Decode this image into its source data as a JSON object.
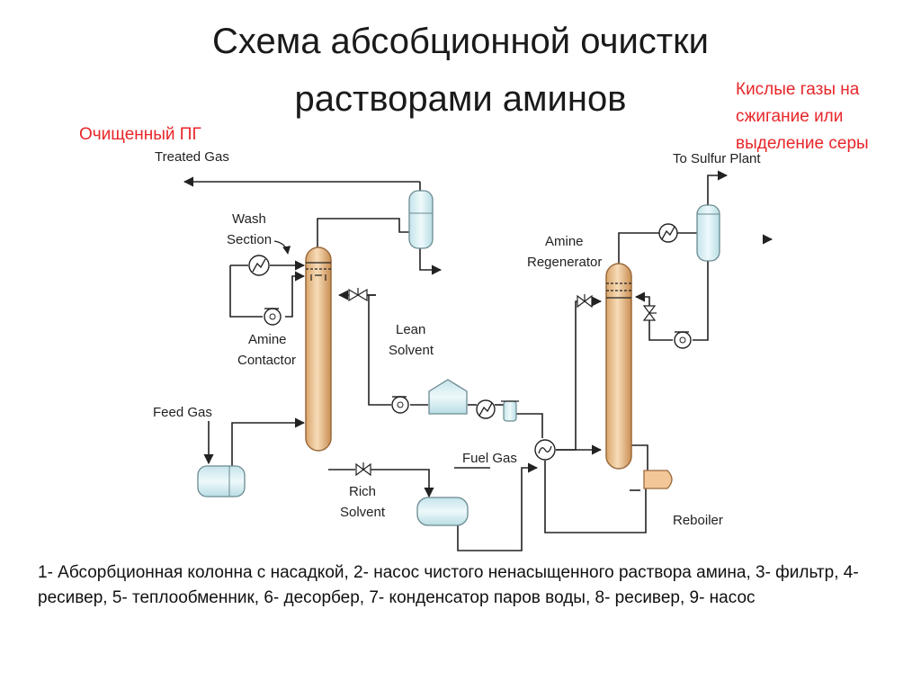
{
  "title_line1": "Схема абсобционной очистки",
  "title_line2": "растворами аминов",
  "annot_treated": "Очищенный ПГ",
  "annot_acid_line1": "Кислые газы на",
  "annot_acid_line2": "сжигание или",
  "annot_acid_line3": "выделение серы",
  "labels": {
    "treated_gas": "Treated Gas",
    "to_sulfur": "To Sulfur Plant",
    "wash1": "Wash",
    "wash2": "Section",
    "amine_reg1": "Amine",
    "amine_reg2": "Regenerator",
    "amine_con1": "Amine",
    "amine_con2": "Contactor",
    "lean1": "Lean",
    "lean2": "Solvent",
    "feed_gas": "Feed Gas",
    "fuel_gas": "Fuel Gas",
    "rich1": "Rich",
    "rich2": "Solvent",
    "reboiler": "Reboiler"
  },
  "legend_text": "1- Абсорбционная колонна с насадкой, 2- насос чистого ненасыщенного раствора амина, 3- фильтр, 4- ресивер, 5- теплообменник, 6- десорбер, 7- конденсатор паров воды, 8- ресивер, 9- насос"
}
